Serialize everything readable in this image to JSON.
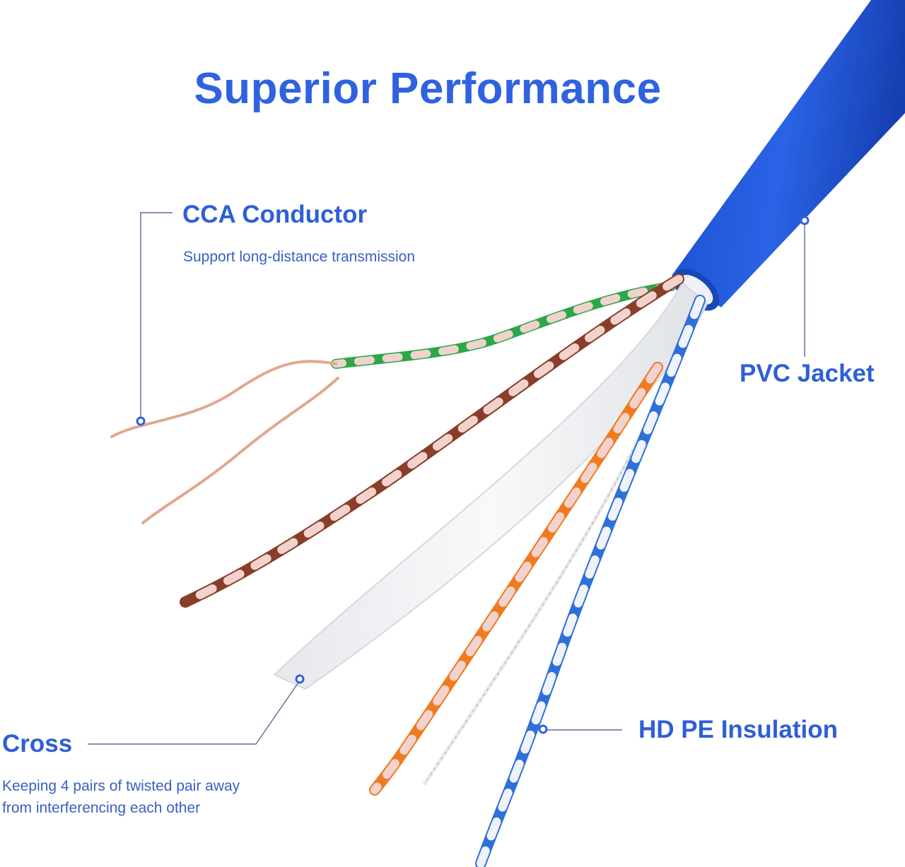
{
  "title": "Superior Performance",
  "callouts": {
    "cca": {
      "label": "CCA Conductor",
      "description": "Support long-distance transmission"
    },
    "pvc": {
      "label": "PVC Jacket"
    },
    "cross": {
      "label": "Cross",
      "description_line1": "Keeping 4 pairs of twisted pair away",
      "description_line2": "from interferencing each other"
    },
    "hdpe": {
      "label": "HD PE Insulation"
    }
  },
  "colors": {
    "title": "#2f62e0",
    "label": "#2f5fd6",
    "jacket": "#1f56d8",
    "leader_line": "#5b6e98",
    "green_wire": "#2aa84a",
    "brown_wire": "#8a3e2a",
    "orange_wire": "#f07a20",
    "blue_wire": "#2f6fd8",
    "stripe_wire": "#f2d2cc",
    "copper": "#e0a88e",
    "separator": "#f0f1f3"
  },
  "icons": [
    "callout-dot-icon"
  ]
}
